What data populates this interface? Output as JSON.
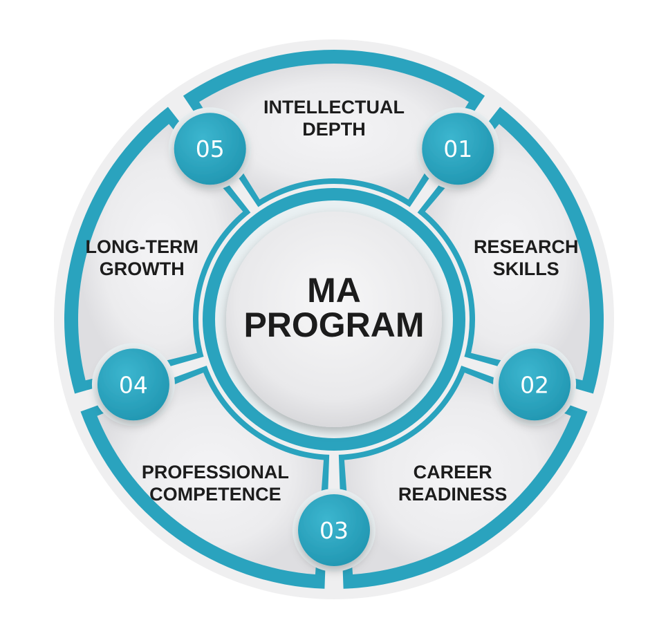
{
  "center": {
    "line1": "MA",
    "line2": "PROGRAM"
  },
  "segments": [
    {
      "number": "01",
      "line1": "INTELLECTUAL",
      "line2": "DEPTH"
    },
    {
      "number": "02",
      "line1": "RESEARCH",
      "line2": "SKILLS"
    },
    {
      "number": "03",
      "line1": "CAREER",
      "line2": "READINESS"
    },
    {
      "number": "04",
      "line1": "PROFESSIONAL",
      "line2": "COMPETENCE"
    },
    {
      "number": "05",
      "line1": "LONG-TERM",
      "line2": "GROWTH"
    }
  ],
  "colors": {
    "teal": "#2aa3be",
    "teal_dark": "#1c8aa4",
    "segment_fill": "#ececee",
    "segment_fill_dark": "#dcdcdf",
    "text": "#1c1c1c",
    "number_text": "#ffffff"
  }
}
